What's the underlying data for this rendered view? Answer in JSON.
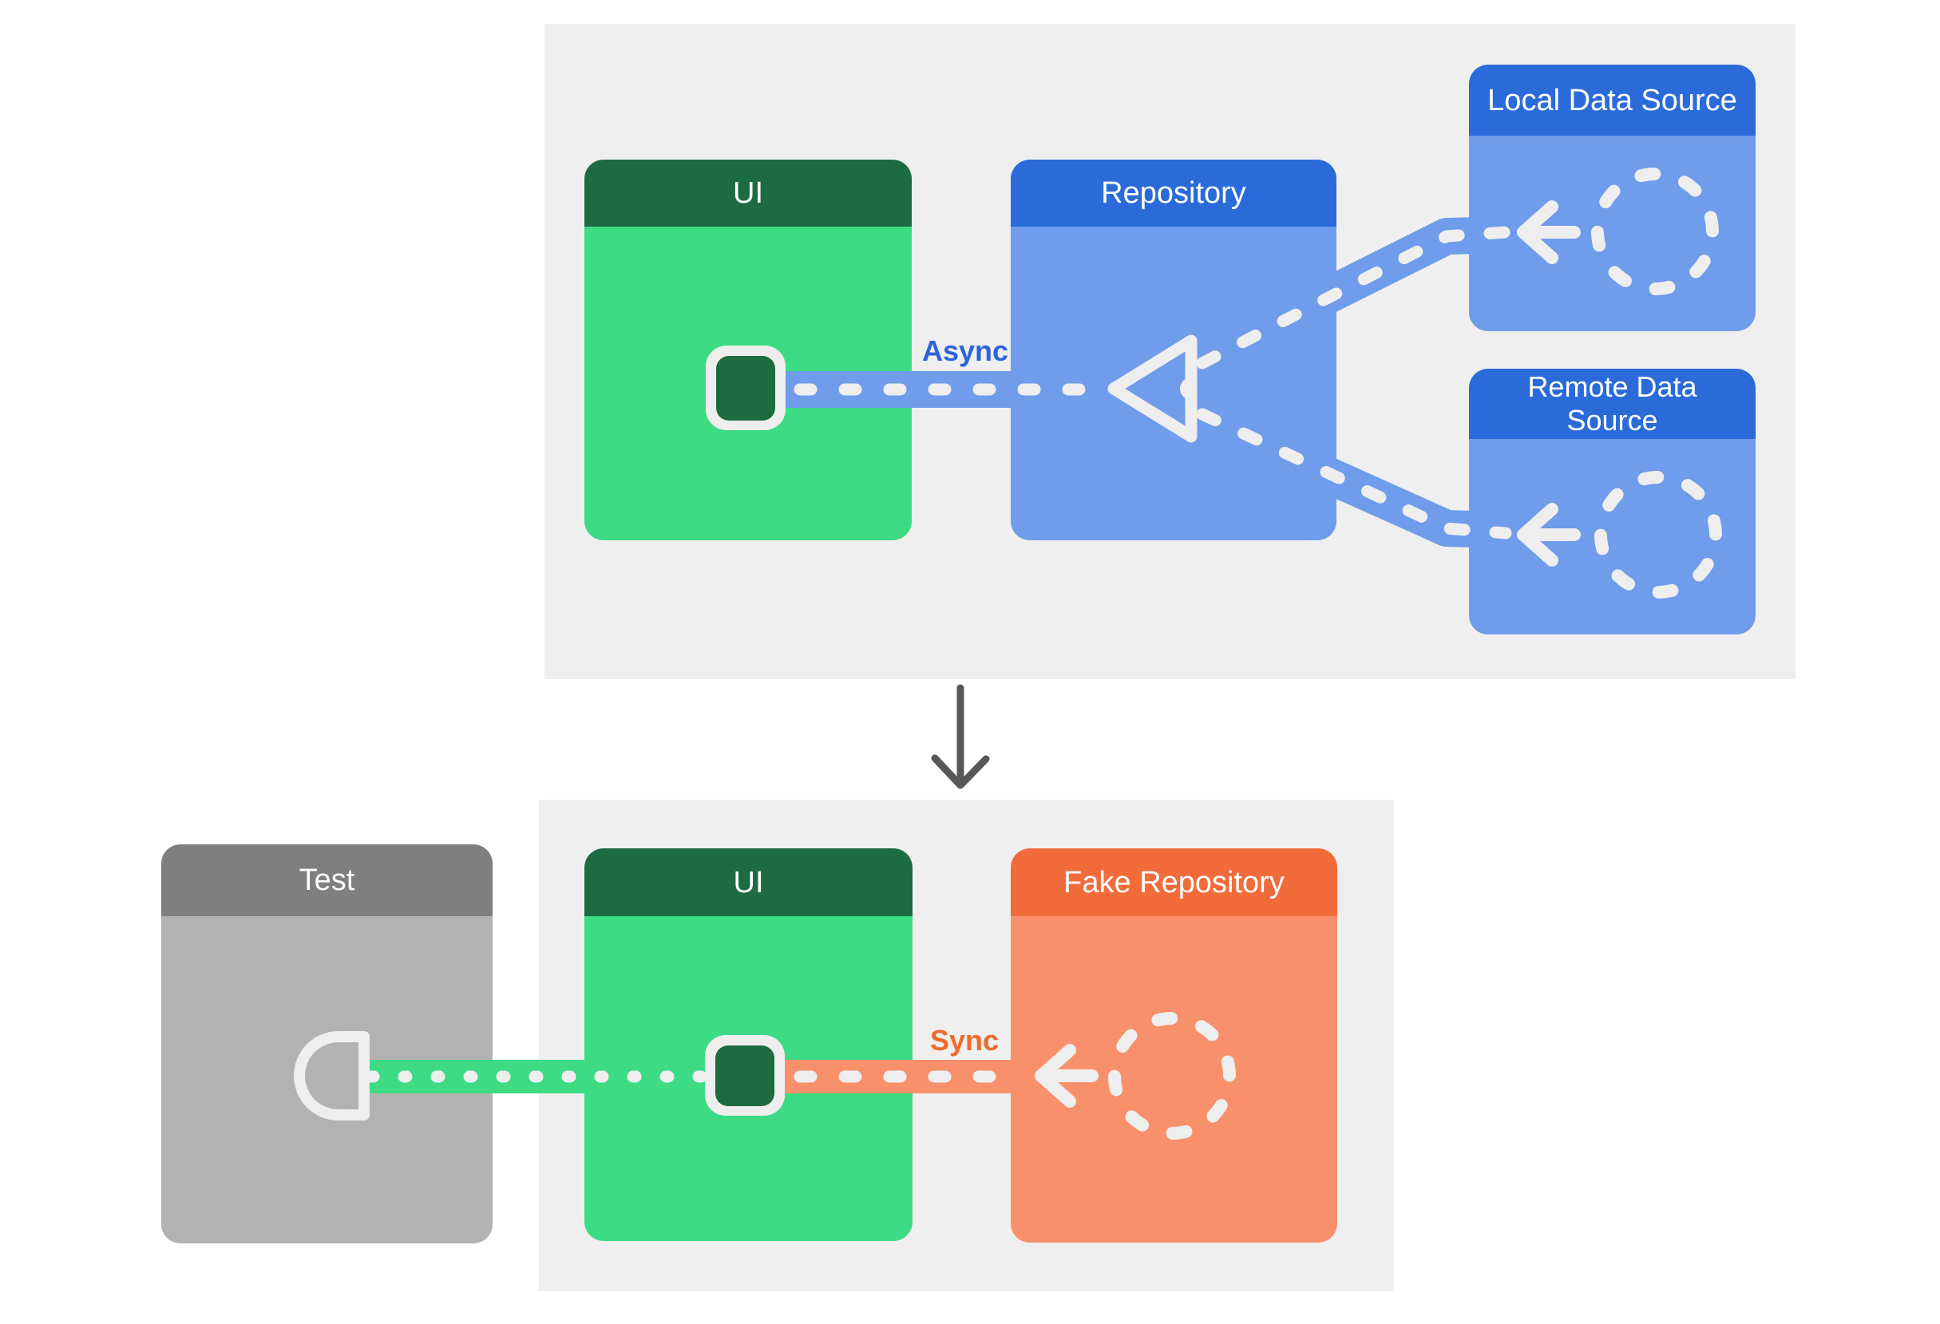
{
  "diagram": {
    "title_meaning": "Repository pattern: real async data flow vs synchronous fake repository used in tests",
    "top_section": {
      "ui_box": {
        "title": "UI"
      },
      "repository_box": {
        "title": "Repository"
      },
      "local_box": {
        "title": "Local Data Source"
      },
      "remote_box": {
        "title": "Remote Data Source"
      },
      "flow_label": "Async"
    },
    "bottom_section": {
      "test_box": {
        "title": "Test"
      },
      "ui_box": {
        "title": "UI"
      },
      "fake_repository_box": {
        "title": "Fake Repository"
      },
      "flow_label": "Sync"
    },
    "icons": [
      "dashed-circle-icon (data source / repository implementation)",
      "left-arrow-icon (data flow direction)",
      "triangle-merge-icon (repository merging two source streams)",
      "square-port-icon (UI consumer port)",
      "socket-d-icon (test harness socket)",
      "down-arrow-icon (transition from production to test setup)"
    ],
    "colors": {
      "page_background": "#ffffff",
      "panel_background": "#efefef",
      "green_header": "#1d6b40",
      "green_body": "#3ddc84",
      "blue_header": "#2a6bd9",
      "blue_body_and_band": "#6f9ceb",
      "orange_header": "#f26b3a",
      "orange_body_and_band": "#f8906c",
      "gray_header": "#7f7f7f",
      "gray_body": "#b2b2b2",
      "connector_white": "#eeeeee",
      "async_label": "#2b64d9",
      "sync_label": "#ee6b2c",
      "down_arrow": "#58585a"
    }
  }
}
